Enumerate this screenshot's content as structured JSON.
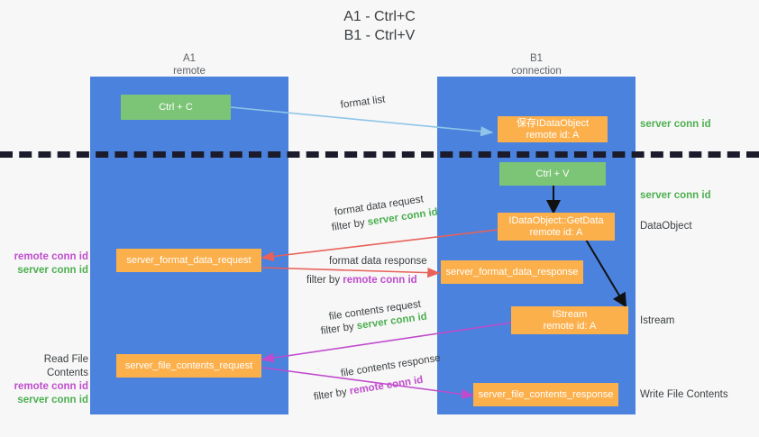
{
  "title": {
    "line1": "A1 - Ctrl+C",
    "line2": "B1 - Ctrl+V"
  },
  "columns": [
    {
      "name": "A1",
      "sub": "remote"
    },
    {
      "name": "B1",
      "sub": "connection"
    }
  ],
  "nodes": {
    "ctrl_c": {
      "line1": "Ctrl + C",
      "line2": ""
    },
    "save_dataobject": {
      "line1": "保存IDataObject",
      "line2": "remote id: A"
    },
    "ctrl_v": {
      "line1": "Ctrl + V",
      "line2": ""
    },
    "getdata": {
      "line1": "IDataObject::GetData",
      "line2": "remote id: A"
    },
    "istream": {
      "line1": "IStream",
      "line2": "remote id: A"
    },
    "fmt_req": {
      "line1": "server_format_data_request",
      "line2": ""
    },
    "fmt_resp": {
      "line1": "server_format_data_response",
      "line2": ""
    },
    "file_req": {
      "line1": "server_file_contents_request",
      "line2": ""
    },
    "file_resp": {
      "line1": "server_file_contents_response",
      "line2": ""
    }
  },
  "right_labels": {
    "server_conn_id_top": "server conn id",
    "server_conn_id_mid": "server conn id",
    "dataobject": "DataObject",
    "istream": "Istream",
    "write_file_contents": "Write File Contents"
  },
  "left_labels": {
    "remote_conn_id_1": "remote conn id",
    "server_conn_id_1": "server conn id",
    "read_file_contents": "Read File Contents",
    "remote_conn_id_2": "remote conn id",
    "server_conn_id_2": "server conn id"
  },
  "edges": {
    "format_list": "format list",
    "format_data_request": "format data request",
    "format_data_request_filter_prefix": "filter by ",
    "format_data_request_filter_key": "server conn id",
    "format_data_response": "format data response",
    "format_data_response_filter_prefix": "filter by ",
    "format_data_response_filter_key": "remote conn id",
    "file_contents_request": "file contents request",
    "file_contents_request_filter_prefix": "filter by ",
    "file_contents_request_filter_key": "server conn id",
    "file_contents_response": "file contents response",
    "file_contents_response_filter_prefix": "filter by ",
    "file_contents_response_filter_key": "remote conn id"
  },
  "colors": {
    "panel_blue": "#4a82dd",
    "node_green": "#7cc576",
    "node_orange": "#fbb04c",
    "wire_lightblue": "#8ec5e8",
    "wire_red": "#e8615a",
    "wire_magenta": "#c04ccd",
    "wire_black": "#111111",
    "text_green": "#4caf50",
    "text_purple": "#c04ccd",
    "background": "#f7f7f7"
  }
}
